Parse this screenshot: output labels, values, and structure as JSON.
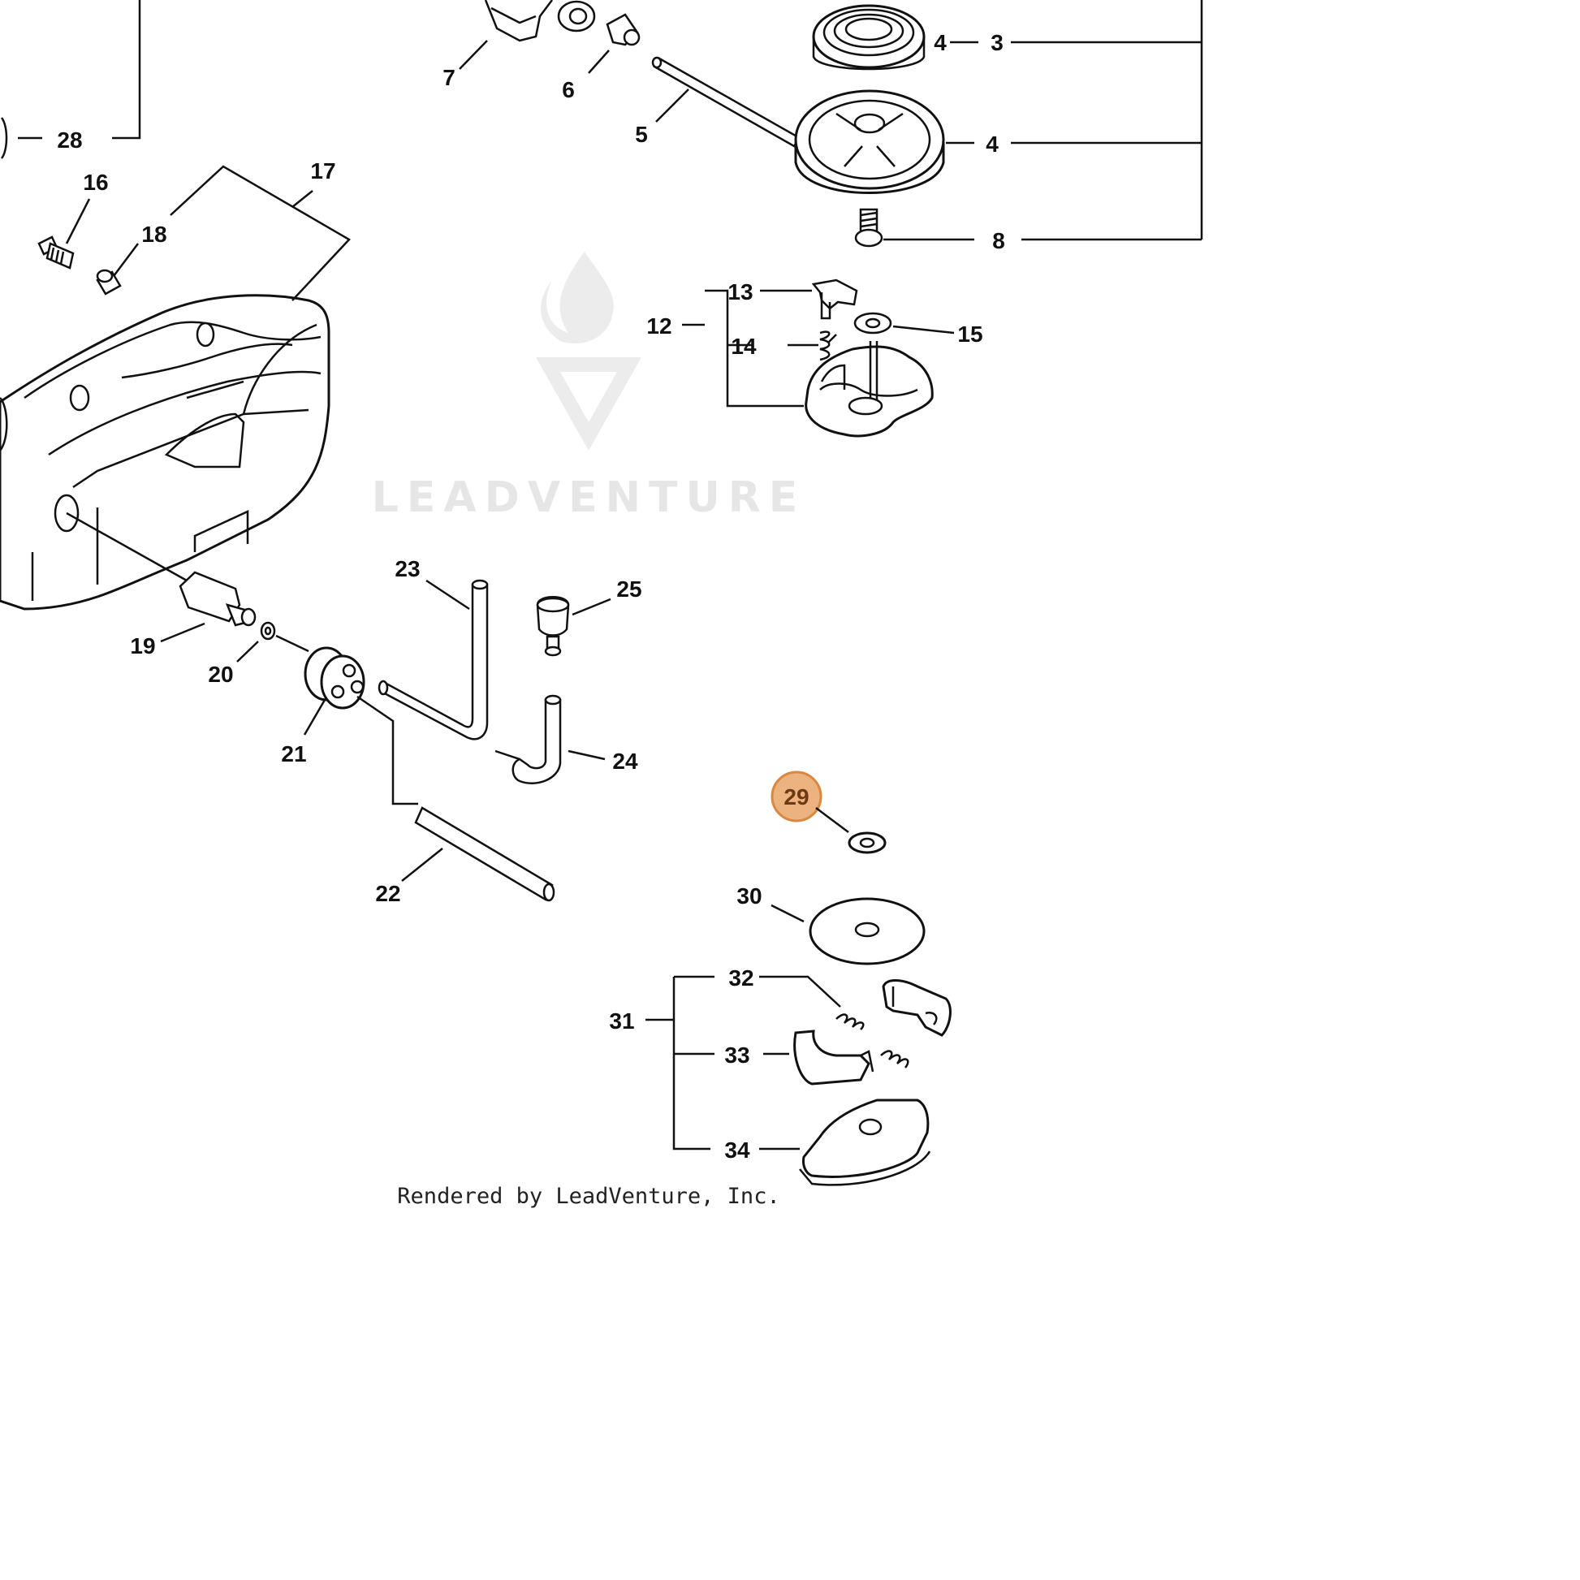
{
  "watermark": {
    "text": "LEADVENTURE"
  },
  "credit": "Rendered by LeadVenture, Inc.",
  "highlight": {
    "callout": "29",
    "color": "#e9a56a",
    "text_color": "#6b3a12"
  },
  "callouts": {
    "c3": "3",
    "c4": "4",
    "c5": "5",
    "c6": "6",
    "c7": "7",
    "c8": "8",
    "c12": "12",
    "c13": "13",
    "c14": "14",
    "c15": "15",
    "c16": "16",
    "c17": "17",
    "c18": "18",
    "c19": "19",
    "c20": "20",
    "c21": "21",
    "c22": "22",
    "c23": "23",
    "c24": "24",
    "c25": "25",
    "c28": "28",
    "c29": "29",
    "c30": "30",
    "c31": "31",
    "c32": "32",
    "c33": "33",
    "c34": "34"
  }
}
